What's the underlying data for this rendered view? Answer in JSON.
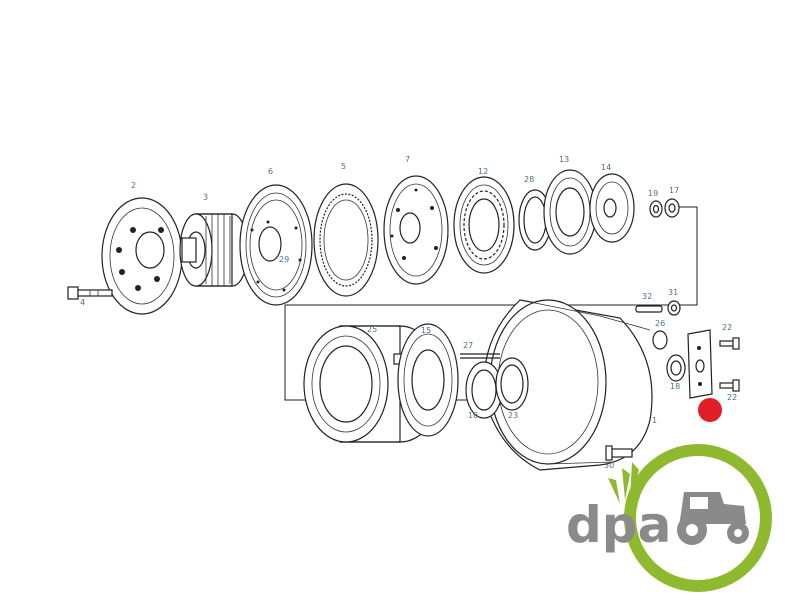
{
  "brand": {
    "logo_text": "dpa",
    "logo_ring_color": "#8fba2f",
    "logo_text_color": "#8a8a8a",
    "marker_color": "#e01e26"
  },
  "callouts": {
    "c1": "1",
    "c2": "2",
    "c3": "3",
    "c4": "4",
    "c5": "5",
    "c6": "6",
    "c7": "7",
    "c12": "12",
    "c13": "13",
    "c14": "14",
    "c15": "15",
    "c16": "16",
    "c17": "17",
    "c18": "18",
    "c19": "19",
    "c22a": "22",
    "c22b": "22",
    "c23": "23",
    "c25": "25",
    "c26": "26",
    "c27": "27",
    "c28": "28",
    "c29": "29",
    "c30": "30",
    "c31": "31",
    "c32": "32"
  }
}
